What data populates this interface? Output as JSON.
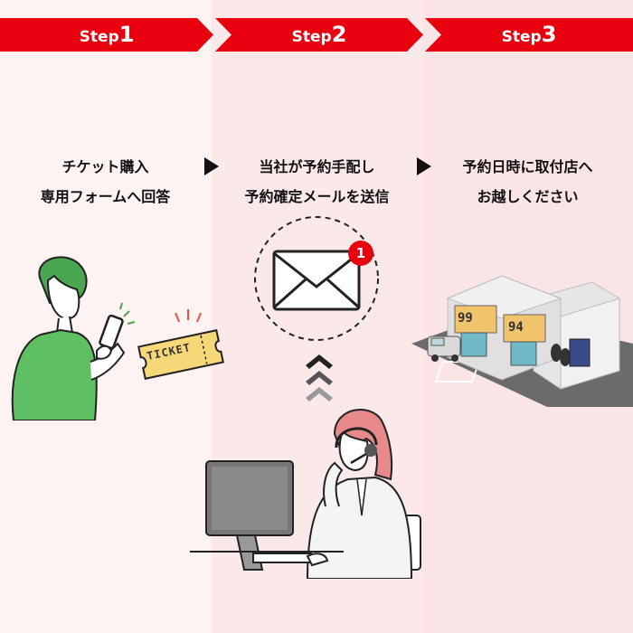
{
  "steps": [
    {
      "word": "Step",
      "num": "1",
      "lines": [
        "チケット購入",
        "専用フォームへ回答"
      ]
    },
    {
      "word": "Step",
      "num": "2",
      "lines": [
        "当社が予約手配し",
        "予約確定メールを送信"
      ]
    },
    {
      "word": "Step",
      "num": "3",
      "lines": [
        "予約日時に取付店へ",
        "お越しください"
      ]
    }
  ],
  "ticket_text": "TICKET",
  "notification_count": "1",
  "shop_signs": [
    "99",
    "94"
  ],
  "colors": {
    "banner_red": "#e8000f",
    "col1_bg": "#fdf3f3",
    "col2_bg": "#fbe9ea",
    "col3_bg": "#fbe4e5",
    "shirt_green": "#5fbf63",
    "ticket_yellow": "#f6d878"
  }
}
